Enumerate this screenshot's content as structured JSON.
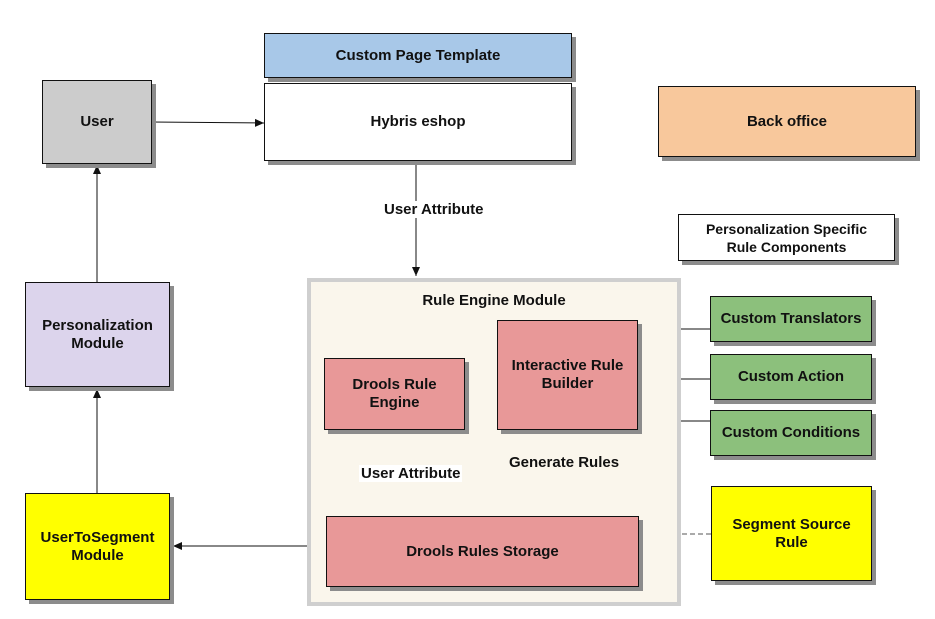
{
  "nodes": {
    "user": "User",
    "custom_page_template": "Custom Page Template",
    "hybris_eshop": "Hybris eshop",
    "back_office": "Back office",
    "personalization_specific": "Personalization Specific\nRule Components",
    "personalization_module": "Personalization\nModule",
    "rule_engine_module": "Rule Engine Module",
    "drools_rule_engine": "Drools Rule\nEngine",
    "interactive_rule_builder": "Interactive Rule\nBuilder",
    "drools_rules_storage": "Drools Rules Storage",
    "custom_translators": "Custom Translators",
    "custom_action": "Custom Action",
    "custom_conditions": "Custom Conditions",
    "user_to_segment_module": "UserToSegment\nModule",
    "segment_source_rule": "Segment Source\nRule"
  },
  "edge_labels": {
    "eshop_to_rule_engine": "User Attribute",
    "drools_engine_to_storage": "User Attribute",
    "builder_to_storage": "Generate Rules"
  },
  "colors": {
    "gray": "#cccccc",
    "blue": "#a8c8e8",
    "peach": "#f8c89c",
    "lavender": "#dcd4ec",
    "salmon": "#e89898",
    "green": "#8cc07c",
    "yellow": "#ffff00",
    "white": "#ffffff",
    "module_bg": "#faf6ec"
  }
}
